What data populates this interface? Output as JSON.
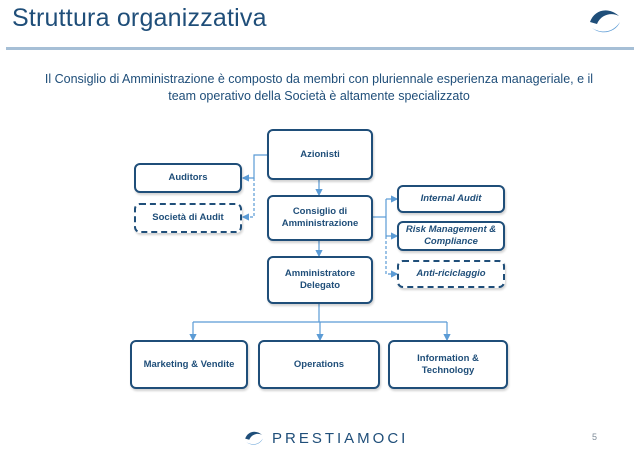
{
  "header": {
    "title": "Struttura organizzativa"
  },
  "intro": {
    "line1": "Il Consiglio di Amministrazione è composto da membri con pluriennale esperienza manageriale, e il",
    "line2": "team operativo della Società è altamente specializzato"
  },
  "org_chart": {
    "azionisti": "Azionisti",
    "auditors": "Auditors",
    "societa_di_audit": "Società di Audit",
    "consiglio_line1": "Consiglio di",
    "consiglio_line2": "Amministrazione",
    "internal_audit": "Internal Audit",
    "risk_line1": "Risk Management &",
    "risk_line2": "Compliance",
    "anti_riciclaggio": "Anti-riciclaggio",
    "ad_line1": "Amministratore",
    "ad_line2": "Delegato",
    "marketing": "Marketing & Vendite",
    "operations": "Operations",
    "it_line1": "Information &",
    "it_line2": "Technology"
  },
  "footer": {
    "brand": "PRESTIAMOCI",
    "page_number": "5"
  },
  "colors": {
    "primary": "#1f4e79",
    "connector": "#5b9bd5",
    "rule": "#a6bfd6"
  }
}
